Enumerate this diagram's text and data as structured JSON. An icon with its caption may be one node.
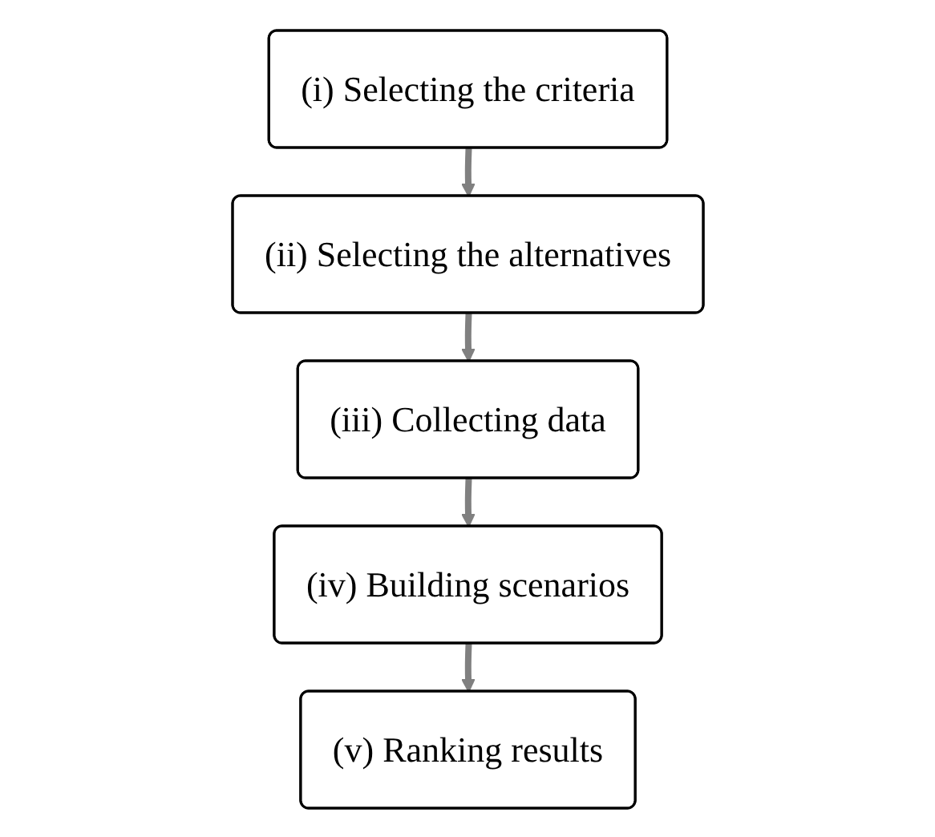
{
  "diagram": {
    "nodes": [
      {
        "text": [
          "(i) Selecting the criteria"
        ]
      },
      {
        "text": [
          "(ii) Selecting the alternatives"
        ]
      },
      {
        "text": [
          "(iii) Collecting data"
        ]
      },
      {
        "text": [
          "(iv) Building scenarios"
        ]
      },
      {
        "text": [
          "(v) Ranking results"
        ]
      }
    ],
    "edges": [
      {
        "from": 0,
        "to": 1,
        "arrow": "to"
      },
      {
        "from": 1,
        "to": 2,
        "arrow": "to"
      },
      {
        "from": 2,
        "to": 3,
        "arrow": "to"
      },
      {
        "from": 3,
        "to": 4,
        "arrow": "to"
      }
    ]
  }
}
